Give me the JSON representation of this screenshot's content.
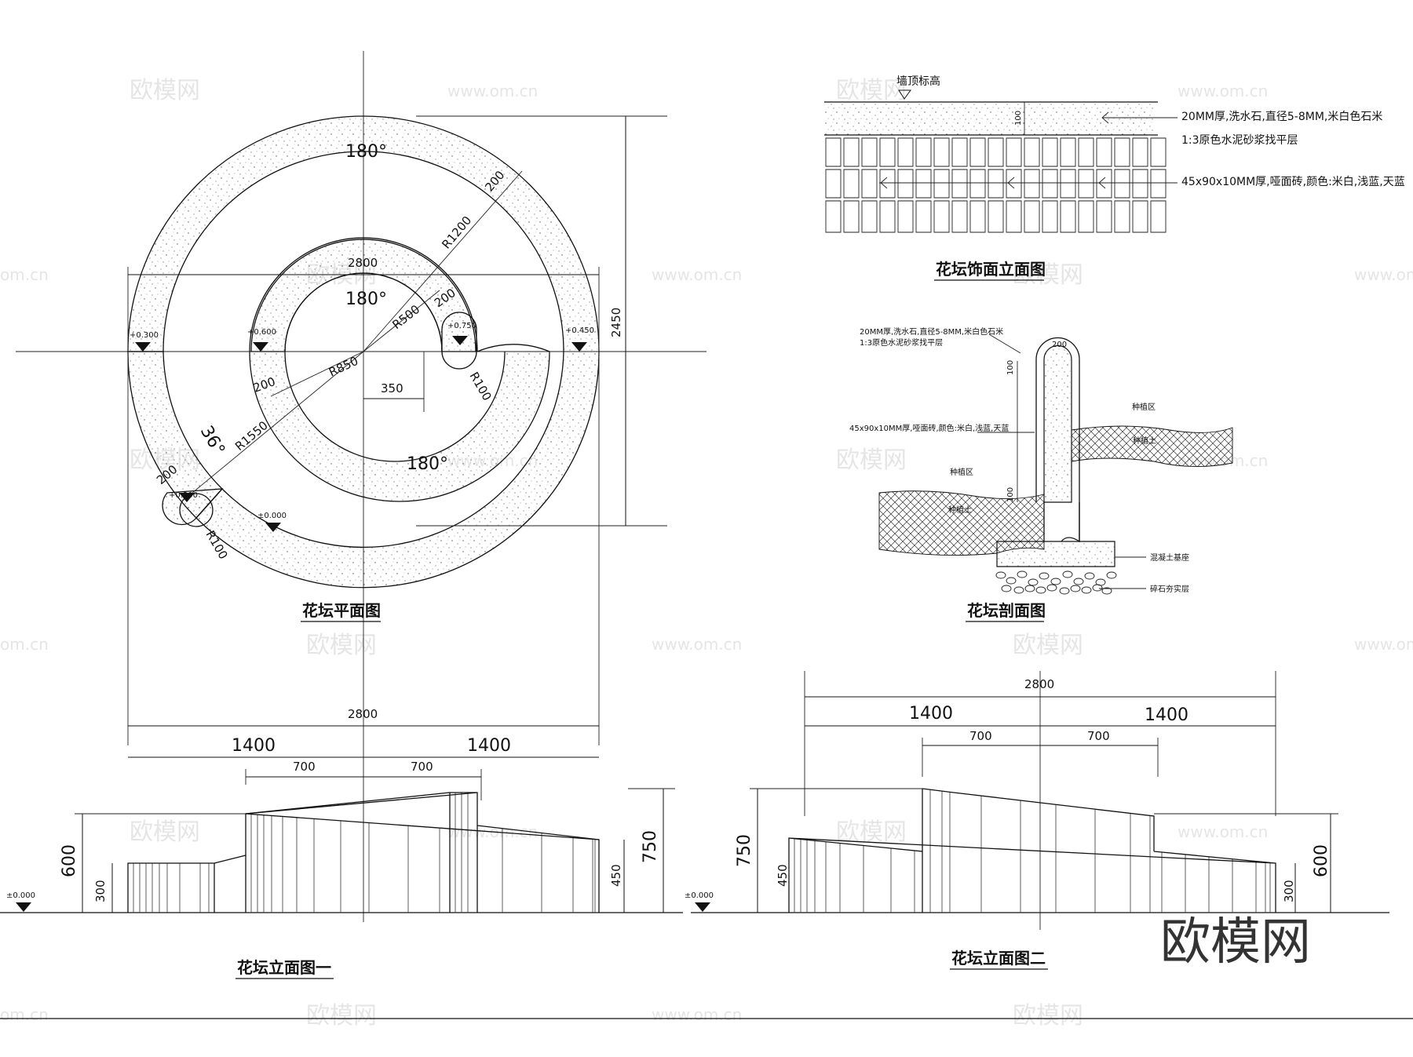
{
  "plan": {
    "title": "花坛平面图",
    "labels": {
      "angle_top": "180°",
      "angle_inner": "180°",
      "angle_bottom": "180°",
      "angle_36": "36°",
      "width_ring": "2800",
      "height_total": "2450",
      "r1200": "R1200",
      "r500": "R500",
      "r850": "R850",
      "r1550": "R1550",
      "r100_right": "R100",
      "r100_left": "R100",
      "w200_top": "200",
      "w200_mid": "200",
      "w200_left": "200",
      "w200_bottom": "200",
      "offset_350": "350",
      "lvl_m0300": "+0.300",
      "lvl_p0600": "+0.600",
      "lvl_p0750": "+0.750",
      "lvl_p0450": "+0.450",
      "lvl_p0300b": "+0.300",
      "lvl_zero": "±0.000"
    }
  },
  "facing": {
    "title": "花坛饰面立面图",
    "wall_top_label": "墙顶标高",
    "cap_height": "100",
    "note1_line1": "20MM厚,洗水石,直径5-8MM,米白色石米",
    "note1_line2": "1:3原色水泥砂浆找平层",
    "note2": "45x90x10MM厚,哑面砖,颜色:米白,浅蓝,天蓝"
  },
  "section": {
    "title": "花坛剖面图",
    "note_top_line1": "20MM厚,洗水石,直径5-8MM,米白色石米",
    "note_top_line2": "1:3原色水泥砂浆找平层",
    "note_tile": "45x90x10MM厚,哑面砖,颜色:米白,浅蓝,天蓝",
    "planting_zone_left": "种植区",
    "planting_zone_right": "种植区",
    "planting_soil_left": "种植土",
    "planting_soil_right": "种植土",
    "concrete_base": "混凝土基座",
    "gravel_layer": "碎石夯实层",
    "dim_top": "200",
    "dim_cap": "100",
    "dim_small": "100"
  },
  "elevation1": {
    "title": "花坛立面图一",
    "total": "2800",
    "half_left": "1400",
    "half_right": "1400",
    "q_left": "700",
    "q_right": "700",
    "h600": "600",
    "h300": "300",
    "h450": "450",
    "h750": "750",
    "zero": "±0.000"
  },
  "elevation2": {
    "title": "花坛立面图二",
    "total": "2800",
    "half_left": "1400",
    "half_right": "1400",
    "q_left": "700",
    "q_right": "700",
    "h750": "750",
    "h450": "450",
    "h600": "600",
    "h300": "300",
    "zero": "±0.000"
  },
  "watermark": {
    "logo": "欧模网",
    "url": "www.om.cn",
    "url_short": "om.cn",
    "brand": "欧模网"
  }
}
